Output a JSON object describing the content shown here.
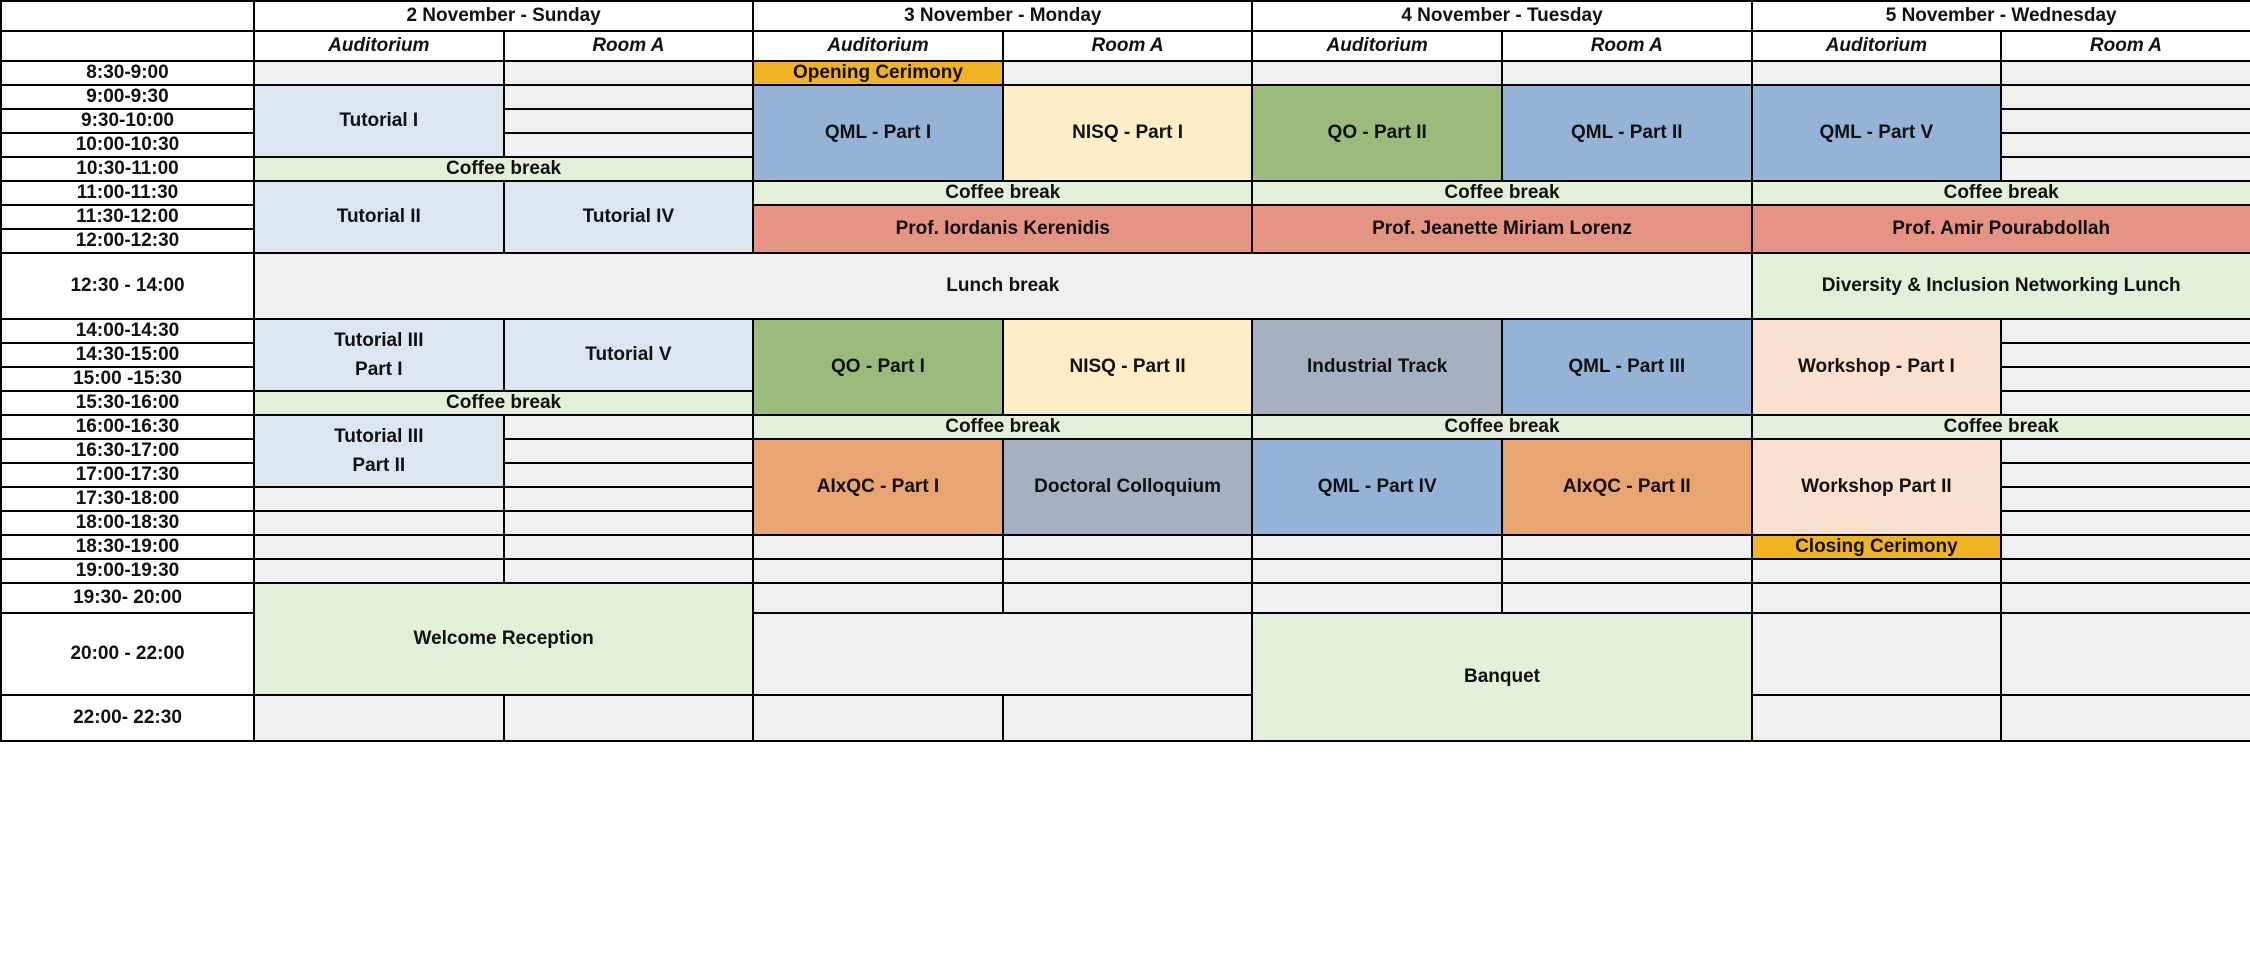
{
  "colors": {
    "tutorial": "#dce6f1",
    "qml": "#95b3d7",
    "nisq": "#fdeec8",
    "qo": "#9bbb7c",
    "keynote": "#e59383",
    "break": "#e2efd9",
    "empty": "#f0f0f0",
    "industrial": "#a5b0c0",
    "aixqc": "#e8a471",
    "workshop": "#fbe0cf",
    "ceremony": "#f0b323",
    "social": "#e2efd9"
  },
  "header": {
    "days": [
      "2 November - Sunday",
      "3 November - Monday",
      "4 November - Tuesday",
      "5 November - Wednesday"
    ],
    "rooms": [
      "Auditorium",
      "Room A",
      "Auditorium",
      "Room A",
      "Auditorium",
      "Room A",
      "Auditorium",
      "Room A"
    ]
  },
  "times": [
    "8:30-9:00",
    "9:00-9:30",
    "9:30-10:00",
    "10:00-10:30",
    "10:30-11:00",
    "11:00-11:30",
    "11:30-12:00",
    "12:00-12:30",
    "12:30 - 14:00",
    "14:00-14:30",
    "14:30-15:00",
    "15:00 -15:30",
    "15:30-16:00",
    "16:00-16:30",
    "16:30-17:00",
    "17:00-17:30",
    "17:30-18:00",
    "18:00-18:30",
    "18:30-19:00",
    "19:00-19:30",
    "19:30- 20:00",
    "20:00 - 22:00",
    "22:00- 22:30"
  ],
  "events": {
    "opening_ceremony": "Opening Cerimony",
    "closing_ceremony": "Closing Cerimony",
    "tutorial_1": "Tutorial I",
    "tutorial_2": "Tutorial II",
    "tutorial_4": "Tutorial IV",
    "tutorial_5": "Tutorial V",
    "tutorial_3_part1_line1": "Tutorial III",
    "tutorial_3_part1_line2": "Part I",
    "tutorial_3_part2_line1": "Tutorial III",
    "tutorial_3_part2_line2": "Part II",
    "qml_part1": "QML - Part I",
    "qml_part2": "QML - Part II",
    "qml_part3": "QML - Part III",
    "qml_part4": "QML - Part IV",
    "qml_part5": "QML - Part V",
    "nisq_part1": "NISQ - Part I",
    "nisq_part2": "NISQ - Part II",
    "qo_part1": "QO - Part I",
    "qo_part2": "QO - Part II",
    "industrial_track": "Industrial Track",
    "doctoral_colloquium": "Doctoral Colloquium",
    "aixqc_part1": "AIxQC - Part I",
    "aixqc_part2": "AIxQC - Part II",
    "workshop_part1": "Workshop - Part I",
    "workshop_part2": "Workshop Part II",
    "coffee_break": "Coffee break",
    "lunch_break": "Lunch break",
    "diversity_lunch": "Diversity & Inclusion Networking Lunch",
    "welcome_reception": "Welcome Reception",
    "banquet": "Banquet",
    "keynote_monday": "Prof. Iordanis Kerenidis",
    "keynote_tuesday": "Prof. Jeanette Miriam Lorenz",
    "keynote_wednesday": "Prof. Amir Pourabdollah"
  }
}
